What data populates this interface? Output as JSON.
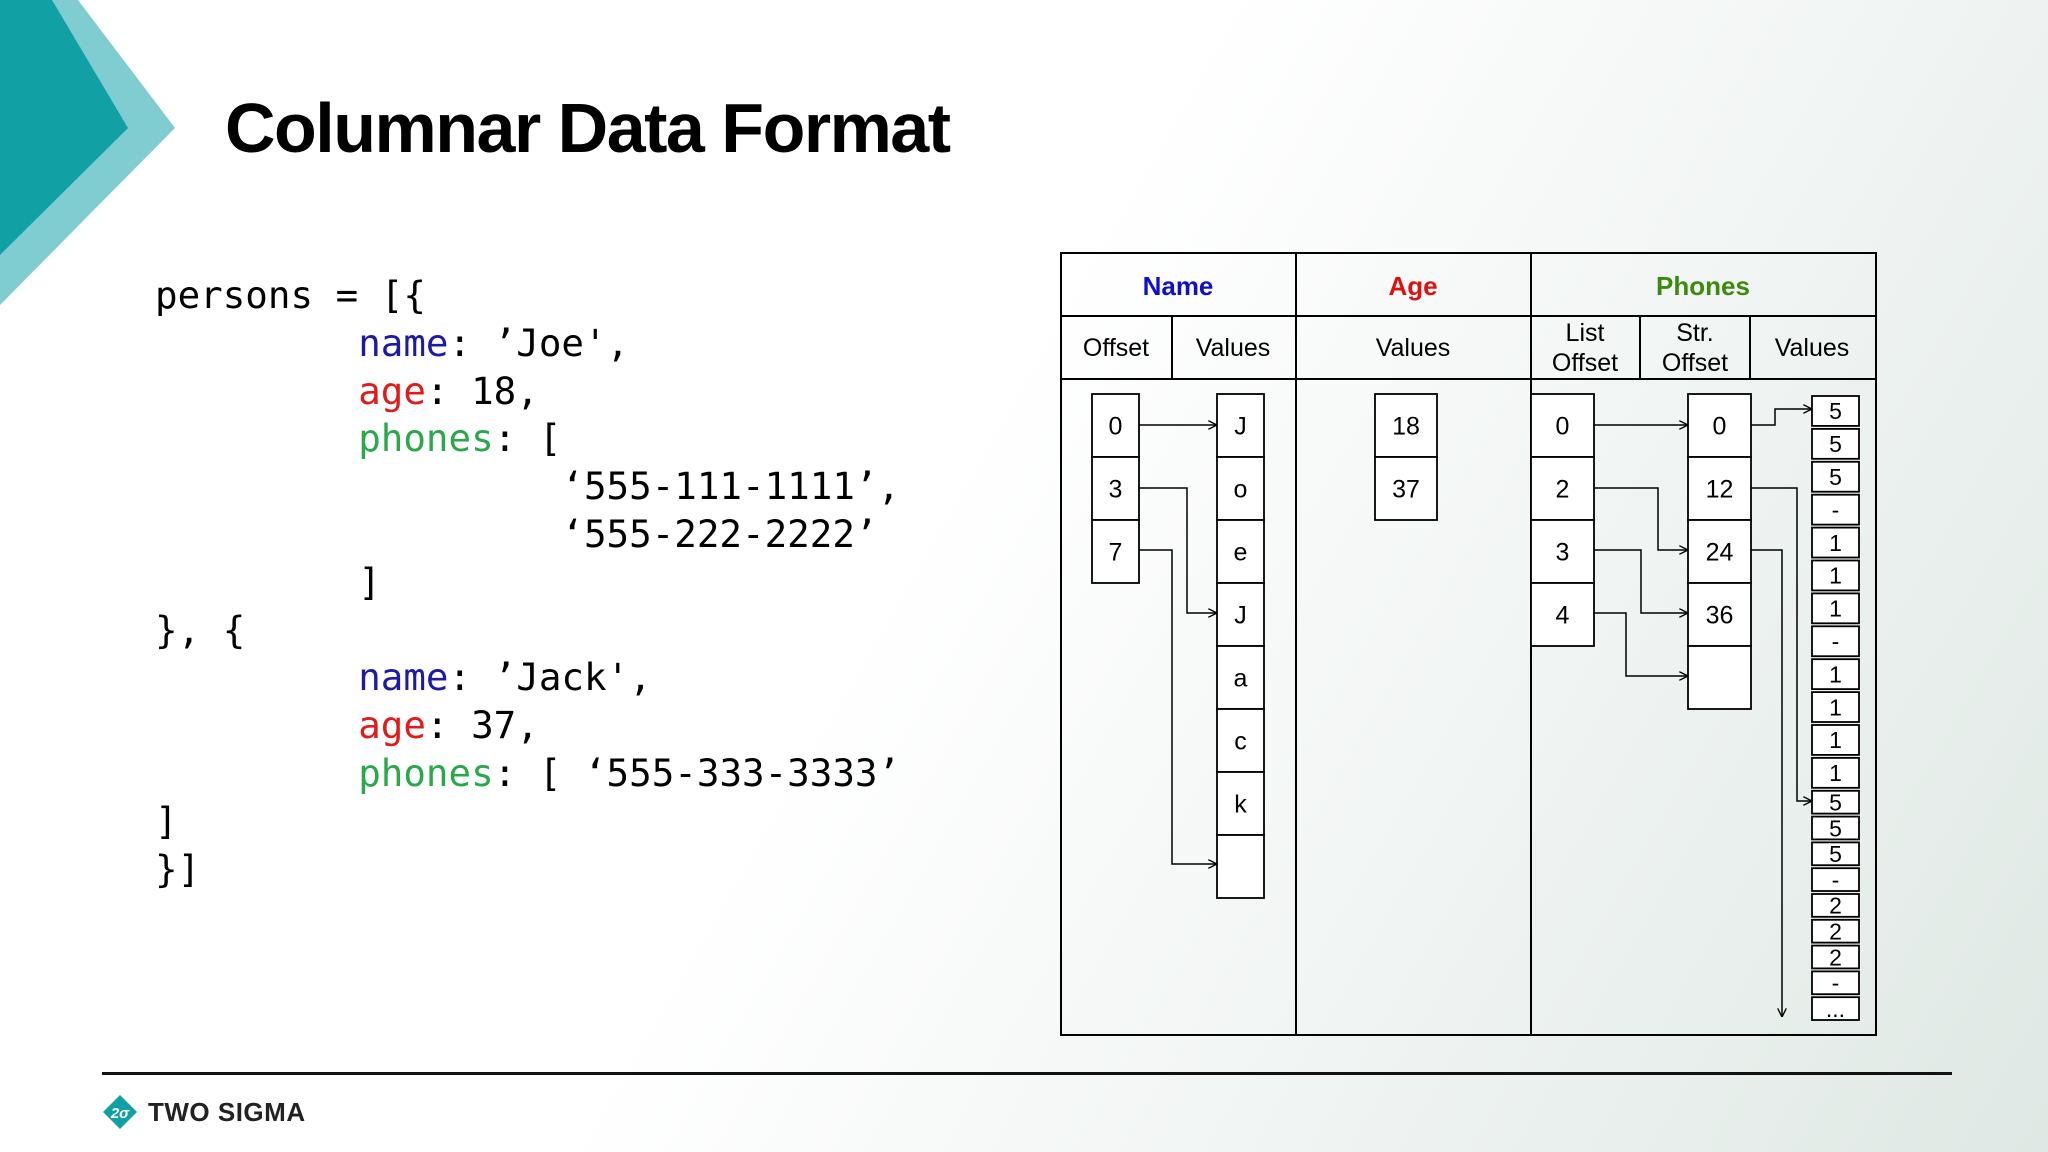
{
  "title": "Columnar Data Format",
  "code": {
    "l1": "persons = [{",
    "l2_key": "name",
    "l2_rest": ": ’Joe',",
    "l3_key": "age",
    "l3_rest": ": 18,",
    "l4_key": "phones",
    "l4_rest": ": [",
    "l5": "‘555-111-1111’,",
    "l6": "‘555-222-2222’",
    "l7": "]",
    "l8": "}, {",
    "l9_key": "name",
    "l9_rest": ": ’Jack',",
    "l10_key": "age",
    "l10_rest": ": 37,",
    "l11_key": "phones",
    "l11_rest": ": [ ‘555-333-3333’",
    "l12": "]",
    "l13": "}]"
  },
  "table": {
    "headers": {
      "name": "Name",
      "age": "Age",
      "phones": "Phones"
    },
    "subheaders": {
      "name_offset": "Offset",
      "name_values": "Values",
      "age_values": "Values",
      "list_offset_1": "List",
      "list_offset_2": "Offset",
      "str_offset_1": "Str.",
      "str_offset_2": "Offset",
      "phone_values": "Values"
    },
    "name_offsets": [
      "0",
      "3",
      "7"
    ],
    "name_values": [
      "J",
      "o",
      "e",
      "J",
      "a",
      "c",
      "k",
      ""
    ],
    "age_values": [
      "18",
      "37"
    ],
    "list_offsets": [
      "0",
      "2",
      "3",
      "4"
    ],
    "str_offsets": [
      "0",
      "12",
      "24",
      "36",
      ""
    ],
    "phone_chars": [
      "5",
      "5",
      "5",
      "-",
      "1",
      "1",
      "1",
      "-",
      "1",
      "1",
      "1",
      "1",
      "5",
      "5",
      "5",
      "-",
      "2",
      "2",
      "2",
      "-",
      "..."
    ]
  },
  "colors": {
    "name": "#1010cc",
    "age": "#e01010",
    "phones": "#3d8a0e",
    "teal": "#11a0a4",
    "teal_light": "#7fcdd1"
  },
  "footer": {
    "logo_text": "TWO SIGMA",
    "logo_mark": "2σ"
  }
}
